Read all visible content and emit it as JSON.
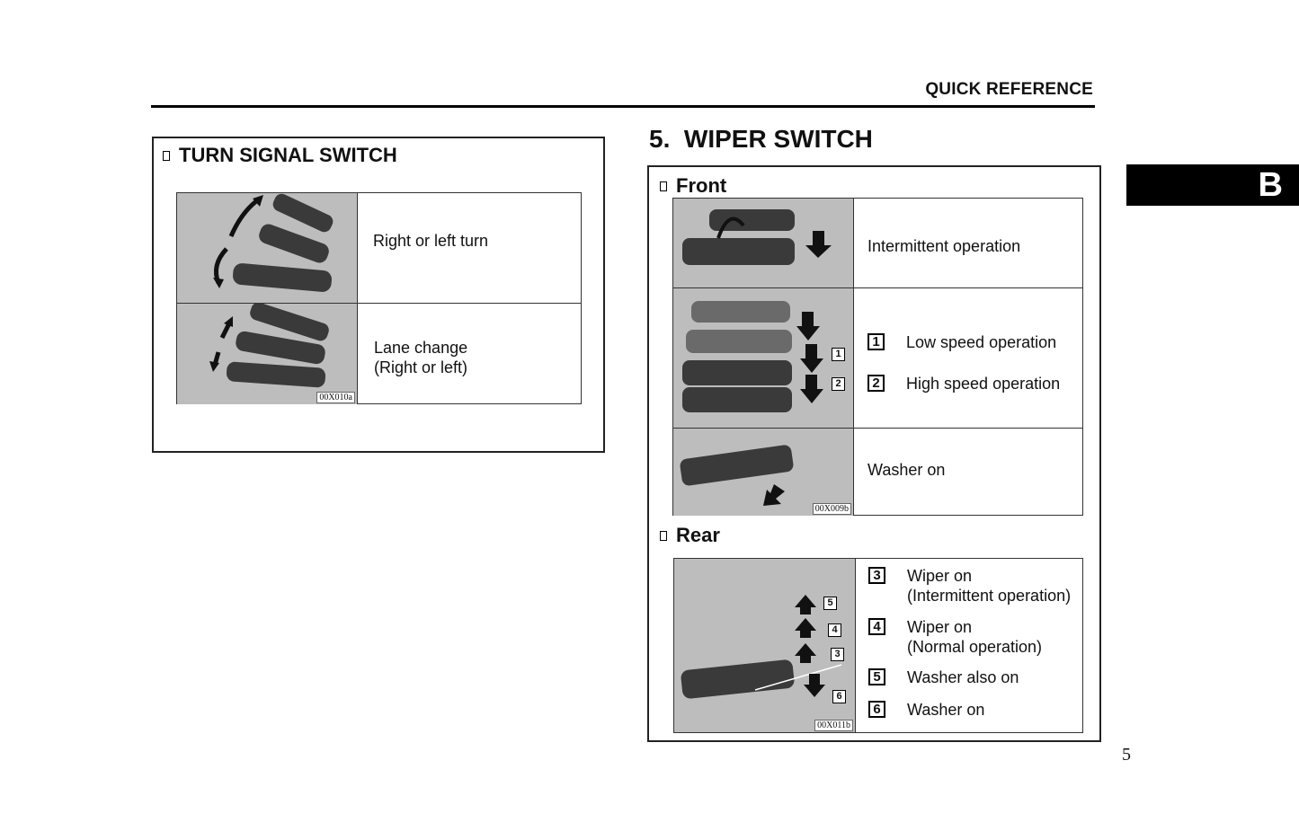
{
  "header": {
    "title": "QUICK REFERENCE"
  },
  "tab": {
    "letter": "B"
  },
  "page_number": "5",
  "turn_signal": {
    "title": "TURN SIGNAL SWITCH",
    "rows": [
      {
        "text": "Right or left turn"
      },
      {
        "text_line1": "Lane change",
        "text_line2": "(Right or left)"
      }
    ],
    "figure_code": "00X010a"
  },
  "wiper": {
    "title": "5.  WIPER SWITCH",
    "front": {
      "heading": "Front",
      "rows": [
        {
          "text": "Intermittent operation"
        },
        {
          "items": [
            {
              "num": "1",
              "label": "Low speed operation"
            },
            {
              "num": "2",
              "label": "High speed operation"
            }
          ],
          "fig_tags": [
            "1",
            "2"
          ]
        },
        {
          "text": "Washer on"
        }
      ],
      "figure_code": "00X009b"
    },
    "rear": {
      "heading": "Rear",
      "items": [
        {
          "num": "3",
          "label_line1": "Wiper on",
          "label_line2": "(Intermittent operation)"
        },
        {
          "num": "4",
          "label_line1": "Wiper on",
          "label_line2": "(Normal operation)"
        },
        {
          "num": "5",
          "label_line1": "Washer also on"
        },
        {
          "num": "6",
          "label_line1": "Washer on"
        }
      ],
      "fig_tags": [
        "5",
        "4",
        "3",
        "6"
      ],
      "figure_code": "00X011b"
    }
  }
}
